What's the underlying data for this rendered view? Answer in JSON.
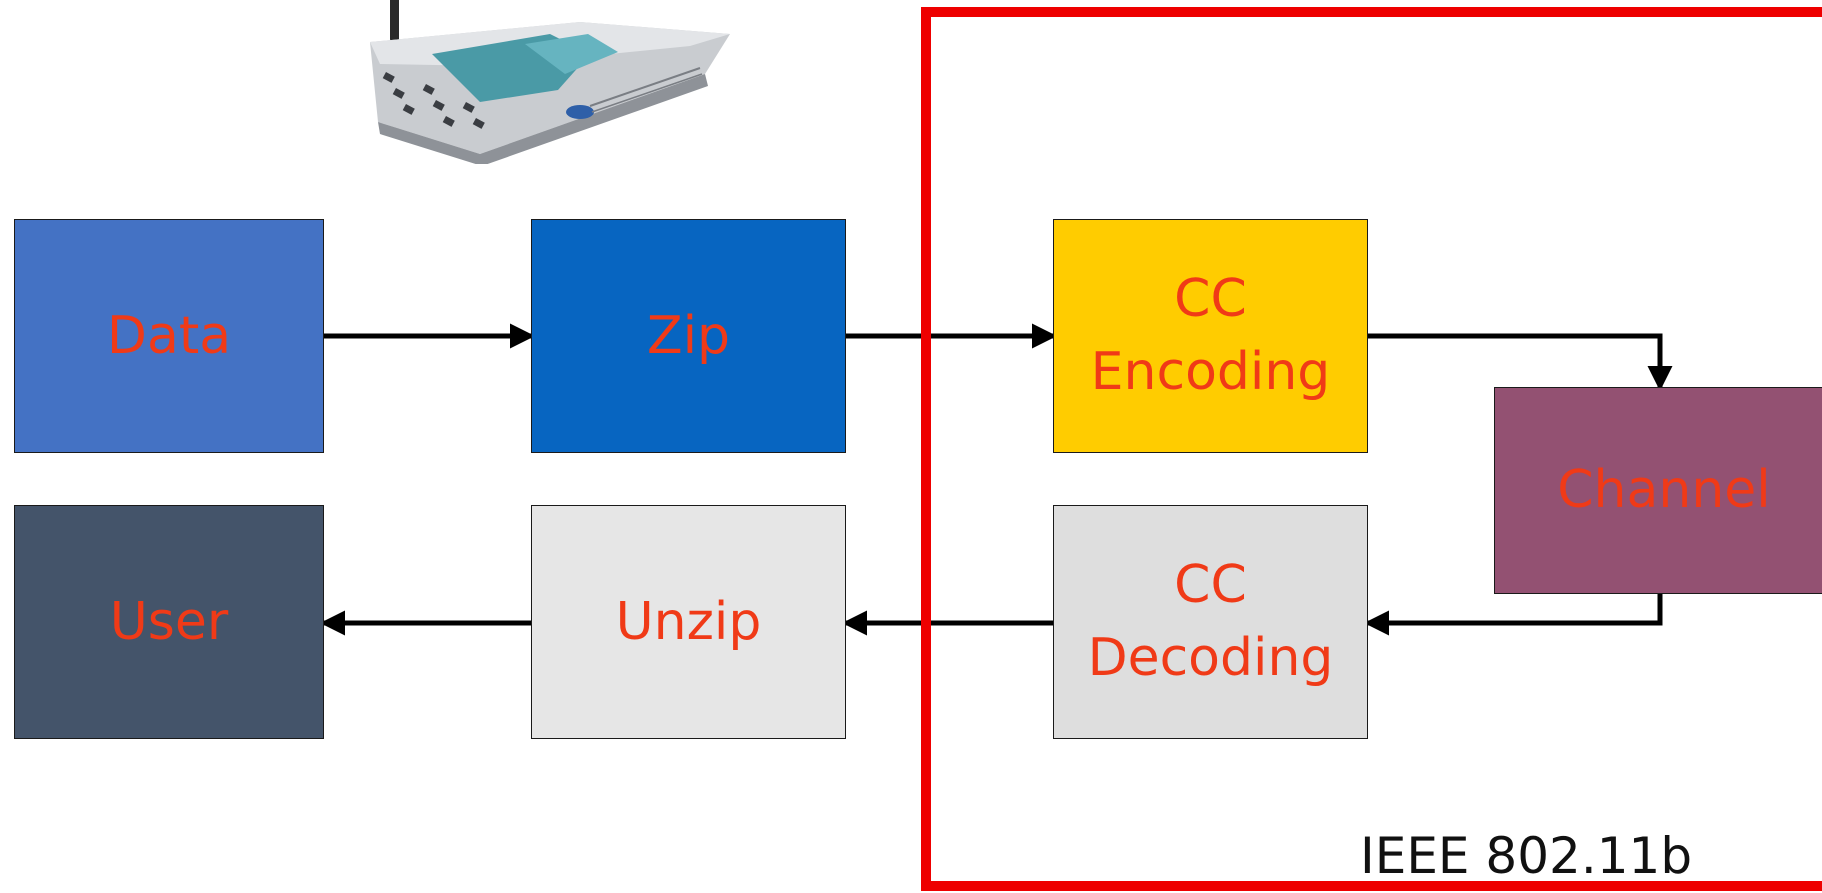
{
  "blocks": {
    "data": "Data",
    "zip": "Zip",
    "cc_encoding": "CC\nEncoding",
    "channel": "Channel",
    "user": "User",
    "unzip": "Unzip",
    "cc_decoding": "CC\nDecoding"
  },
  "standard_label": "IEEE 802.11b",
  "colors": {
    "label_text": "#f03a17",
    "frame": "#ee0000",
    "arrow": "#000000"
  }
}
